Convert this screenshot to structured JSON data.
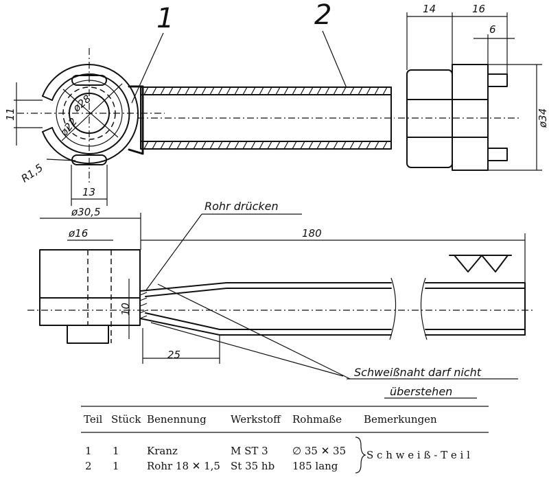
{
  "labels": {
    "part_1": "1",
    "part_2": "2",
    "rohr_druecken": "Rohr drücken",
    "schweissnaht_line1": "Schweißnaht darf nicht",
    "schweissnaht_line2": "überstehen"
  },
  "dimensions": {
    "d11": "11",
    "d28": "ø28",
    "d22": "ø22",
    "r15": "R1,5",
    "d13": "13",
    "d30_5": "ø30,5",
    "d16_dia": "ø16",
    "d180": "180",
    "d10": "10",
    "d25": "25",
    "d14": "14",
    "d16": "16",
    "d6": "6",
    "d34": "ø34"
  },
  "table": {
    "headers": [
      "Teil",
      "Stück",
      "Benennung",
      "Werkstoff",
      "Rohmaße",
      "Bemerkungen"
    ],
    "rows": [
      [
        "1",
        "1",
        "Kranz",
        "M ST 3",
        "∅ 35 ✕ 35"
      ],
      [
        "2",
        "1",
        "Rohr 18 ✕ 1,5",
        "St 35 hb",
        "185 lang"
      ]
    ],
    "remark": "S c h w e i ß - T e i l"
  }
}
